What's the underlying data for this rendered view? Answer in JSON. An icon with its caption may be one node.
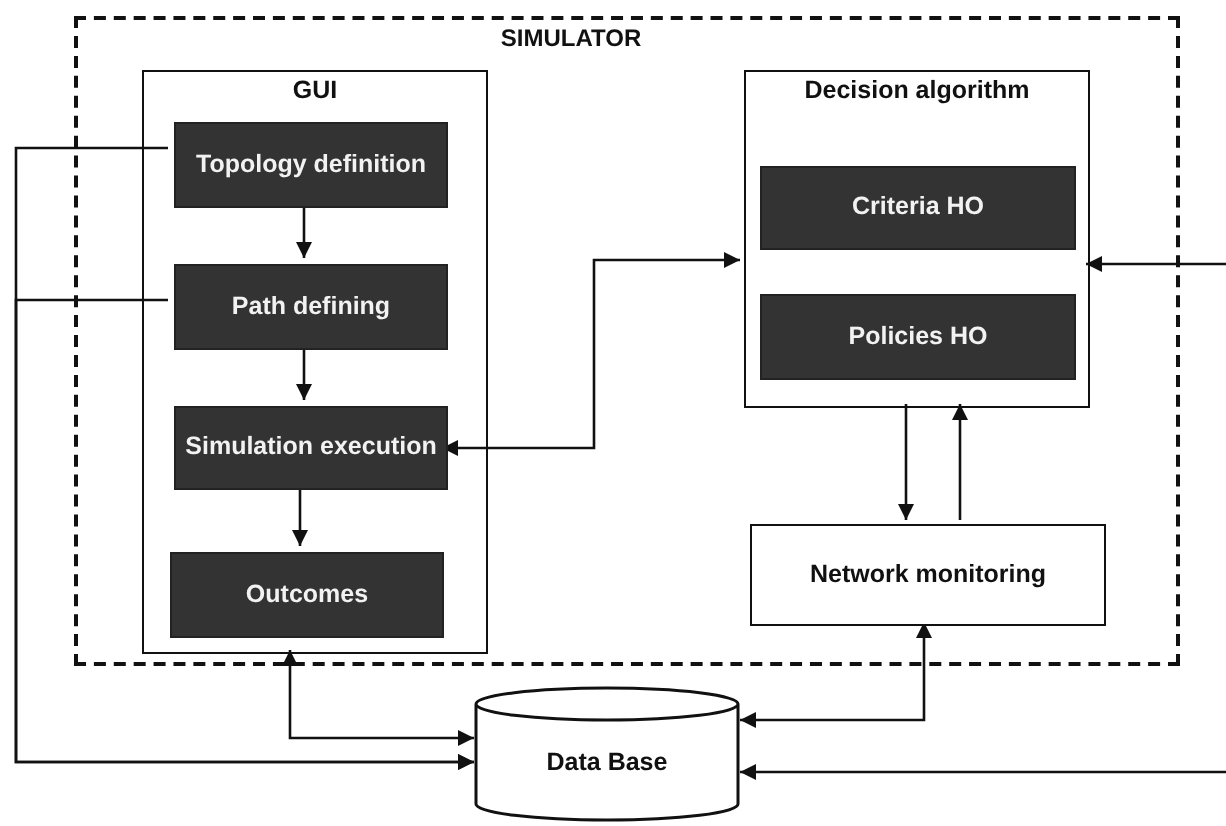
{
  "diagram": {
    "nodes": [
      {
        "text": [
          "SIMULATOR"
        ]
      },
      {
        "text": [
          "GUI"
        ],
        "in": 0
      },
      {
        "text": [
          "Topology definition"
        ],
        "in": 1
      },
      {
        "text": [
          "Path defining"
        ],
        "in": 1
      },
      {
        "text": [
          "Simulation execution"
        ],
        "in": 1
      },
      {
        "text": [
          "Outcomes"
        ],
        "in": 1
      },
      {
        "text": [
          "Decision algorithm"
        ],
        "in": 0
      },
      {
        "text": [
          "Criteria  HO"
        ],
        "in": 6
      },
      {
        "text": [
          "Policies  HO"
        ],
        "in": 6
      },
      {
        "text": [
          "Network monitoring"
        ],
        "in": 0
      },
      {
        "text": [
          "Data Base"
        ]
      }
    ],
    "edges": [
      {
        "from": 2,
        "to": 3,
        "arrow": "to"
      },
      {
        "from": 3,
        "to": 4,
        "arrow": "to"
      },
      {
        "from": 4,
        "to": 5,
        "arrow": "to"
      },
      {
        "from": 2,
        "to": 10,
        "arrow": "to"
      },
      {
        "from": 3,
        "to": 10,
        "arrow": "to"
      },
      {
        "from": 1,
        "to": 10,
        "arrow": "both"
      },
      {
        "from": 4,
        "to": 6,
        "arrow": "both"
      },
      {
        "from": null,
        "to": 6,
        "arrow": "to"
      },
      {
        "from": 6,
        "to": 9,
        "arrow": "to"
      },
      {
        "from": 9,
        "to": 6,
        "arrow": "to"
      },
      {
        "from": 9,
        "to": 10,
        "arrow": "both"
      },
      {
        "from": null,
        "to": 10,
        "arrow": "to"
      }
    ]
  }
}
